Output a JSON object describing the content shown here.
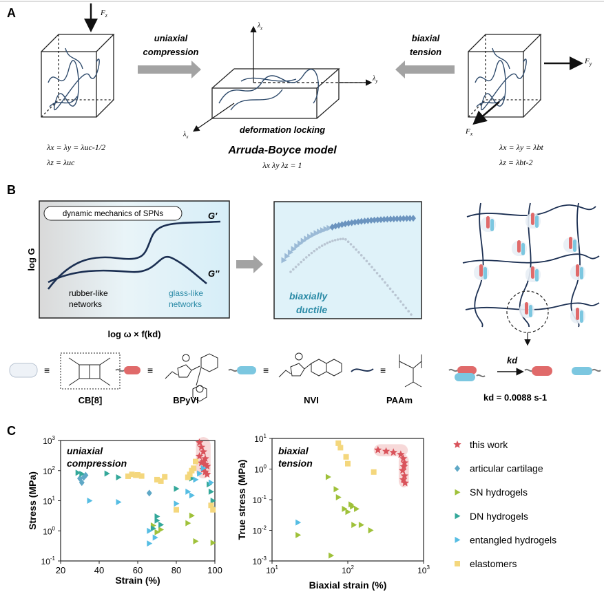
{
  "panels": {
    "a": "A",
    "b": "B",
    "c": "C"
  },
  "panel_a": {
    "force_z": "F",
    "force_z_sub": "z",
    "force_y": "F",
    "force_y_sub": "y",
    "force_x": "F",
    "force_x_sub": "x",
    "left_arrow_label_1": "uniaxial",
    "left_arrow_label_2": "compression",
    "right_arrow_label_1": "biaxial",
    "right_arrow_label_2": "tension",
    "axis_z": "λ",
    "axis_z_sub": "z",
    "axis_y": "λ",
    "axis_y_sub": "y",
    "axis_x": "λ",
    "axis_x_sub": "x",
    "center_caption": "deformation locking",
    "model_title": "Arruda-Boyce model",
    "model_eq": "λx λy λz = 1",
    "left_eq_1": "λx = λy = λuc-1/2",
    "left_eq_2": "λz = λuc",
    "right_eq_1": "λx = λy = λbt",
    "right_eq_2": "λz = λbt-2"
  },
  "panel_b": {
    "box_label": "dynamic mechanics of SPNs",
    "g_prime": "G'",
    "g_double": "G''",
    "ylabel": "log G",
    "xlabel": "log ω × f(kd)",
    "rubber_1": "rubber-like",
    "rubber_2": "networks",
    "glass_1": "glass-like",
    "glass_2": "networks",
    "ductile_1": "biaxially",
    "ductile_2": "ductile",
    "kd_label": "kd",
    "kd_value": "kd = 0.0088 s-1",
    "legend_cb": "CB[8]",
    "legend_bpyvi": "BPyVI",
    "legend_nvi": "NVI",
    "legend_paam": "PAAm",
    "equiv": "≡",
    "colors": {
      "red": "#e06a6a",
      "cyan": "#7cc7e0",
      "navy": "#1b2f52",
      "teal": "#2a8aa6",
      "panel_bg": "#dff2f9"
    }
  },
  "chart_data": [
    {
      "type": "scatter",
      "annotation_1": "uniaxial",
      "annotation_2": "compression",
      "xlabel": "Strain (%)",
      "ylabel": "Stress (MPa)",
      "xlim": [
        20,
        100
      ],
      "ylim_log10": [
        -1,
        3
      ],
      "xticks": [
        "20",
        "40",
        "60",
        "80",
        "100"
      ],
      "yticks": [
        "10-1",
        "100",
        "101",
        "102",
        "103"
      ],
      "series": [
        {
          "marker": "star",
          "color": "#d9535b",
          "points": [
            [
              92,
              850
            ],
            [
              93,
              600
            ],
            [
              94,
              420
            ],
            [
              92,
              300
            ],
            [
              95,
              250
            ],
            [
              93,
              180
            ],
            [
              96,
              140
            ],
            [
              94,
              110
            ],
            [
              95,
              90
            ],
            [
              96,
              75
            ],
            [
              94,
              200
            ],
            [
              95,
              160
            ]
          ]
        },
        {
          "marker": "diamond",
          "color": "#5fa8c6",
          "points": [
            [
              30,
              55
            ],
            [
              31,
              40
            ],
            [
              32,
              60
            ],
            [
              33,
              70
            ],
            [
              66,
              18
            ]
          ]
        },
        {
          "marker": "triangle",
          "color": "#9fc13a",
          "points": [
            [
              68,
              1.5
            ],
            [
              70,
              0.9
            ],
            [
              72,
              1.1
            ],
            [
              99,
              0.4
            ],
            [
              90,
              0.45
            ],
            [
              88,
              3.2
            ],
            [
              86,
              1.8
            ]
          ]
        },
        {
          "marker": "triangle",
          "color": "#34a89a",
          "points": [
            [
              29,
              85
            ],
            [
              31,
              78
            ],
            [
              44,
              80
            ],
            [
              50,
              60
            ],
            [
              70,
              2.2
            ],
            [
              70,
              3.0
            ],
            [
              72,
              1.6
            ],
            [
              68,
              1.2
            ],
            [
              80,
              25
            ],
            [
              88,
              55
            ],
            [
              97,
              35
            ],
            [
              98,
              20
            ],
            [
              99,
              10
            ]
          ]
        },
        {
          "marker": "triangle",
          "color": "#56bde3",
          "points": [
            [
              35,
              10
            ],
            [
              50,
              9
            ],
            [
              66,
              1.0
            ],
            [
              69,
              0.6
            ],
            [
              66,
              0.38
            ],
            [
              80,
              8
            ],
            [
              86,
              20
            ],
            [
              88,
              15
            ],
            [
              90,
              50
            ],
            [
              92,
              80
            ],
            [
              94,
              120
            ],
            [
              98,
              40
            ],
            [
              99,
              6
            ]
          ]
        },
        {
          "marker": "square",
          "color": "#f4d77d",
          "points": [
            [
              55,
              65
            ],
            [
              57,
              75
            ],
            [
              59,
              70
            ],
            [
              60,
              72
            ],
            [
              62,
              66
            ],
            [
              70,
              50
            ],
            [
              72,
              45
            ],
            [
              74,
              62
            ],
            [
              80,
              5
            ],
            [
              86,
              60
            ],
            [
              87,
              75
            ],
            [
              88,
              100
            ],
            [
              89,
              120
            ],
            [
              90,
              200
            ],
            [
              98,
              7
            ],
            [
              99,
              5
            ]
          ]
        }
      ]
    },
    {
      "type": "scatter",
      "annotation_1": "biaxial",
      "annotation_2": "tension",
      "xlabel": "Biaxial strain (%)",
      "ylabel": "True stress (MPa)",
      "xlim_log10": [
        1,
        3
      ],
      "ylim_log10": [
        -3,
        1
      ],
      "xticks": [
        "101",
        "102",
        "103"
      ],
      "yticks": [
        "10-3",
        "10-2",
        "10-1",
        "100",
        "101"
      ],
      "series": [
        {
          "marker": "star",
          "color": "#d9535b",
          "points": [
            [
              250,
              4.2
            ],
            [
              320,
              3.8
            ],
            [
              400,
              3.5
            ],
            [
              500,
              3.0
            ],
            [
              540,
              2.2
            ],
            [
              560,
              1.6
            ],
            [
              550,
              1.2
            ],
            [
              530,
              0.9
            ],
            [
              560,
              0.6
            ],
            [
              540,
              0.45
            ],
            [
              570,
              0.35
            ]
          ]
        },
        {
          "marker": "triangle",
          "color": "#9fc13a",
          "points": [
            [
              22,
              0.007
            ],
            [
              55,
              0.55
            ],
            [
              60,
              0.0015
            ],
            [
              70,
              0.22
            ],
            [
              75,
              0.12
            ],
            [
              90,
              0.05
            ],
            [
              100,
              0.04
            ],
            [
              110,
              0.07
            ],
            [
              115,
              0.06
            ],
            [
              120,
              0.015
            ],
            [
              130,
              0.05
            ],
            [
              150,
              0.015
            ],
            [
              200,
              0.01
            ]
          ]
        },
        {
          "marker": "triangle",
          "color": "#56bde3",
          "points": [
            [
              22,
              0.018
            ]
          ]
        },
        {
          "marker": "square",
          "color": "#f4d77d",
          "points": [
            [
              75,
              7
            ],
            [
              80,
              5
            ],
            [
              95,
              2.5
            ],
            [
              100,
              1.5
            ],
            [
              220,
              0.8
            ]
          ]
        }
      ]
    }
  ],
  "legend": [
    {
      "label": "this work",
      "marker": "star",
      "color": "#d9535b"
    },
    {
      "label": "articular cartilage",
      "marker": "diamond",
      "color": "#5fa8c6"
    },
    {
      "label": "SN hydrogels",
      "marker": "triangle",
      "color": "#9fc13a"
    },
    {
      "label": "DN hydrogels",
      "marker": "triangle",
      "color": "#34a89a"
    },
    {
      "label": "entangled hydrogels",
      "marker": "triangle",
      "color": "#56bde3"
    },
    {
      "label": "elastomers",
      "marker": "square",
      "color": "#f4d77d"
    }
  ]
}
